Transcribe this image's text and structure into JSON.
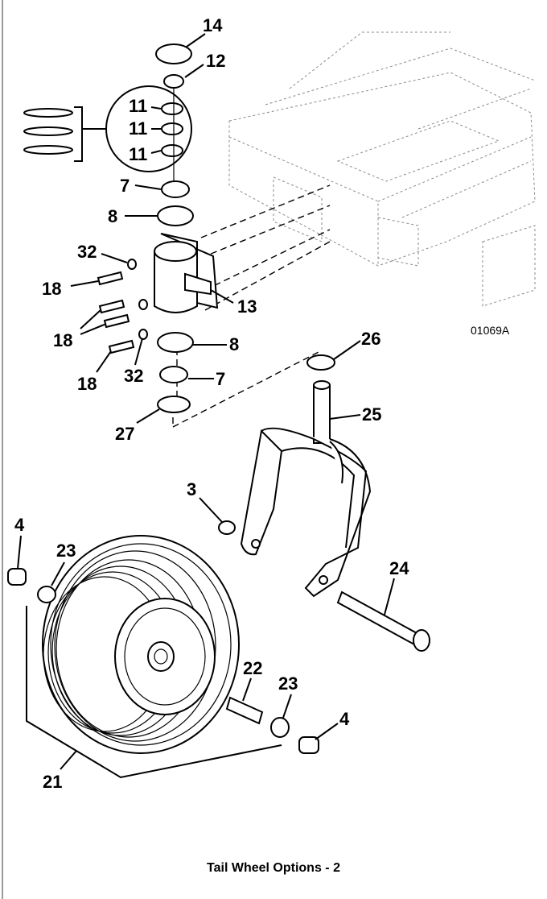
{
  "caption": "Tail Wheel Options - 2",
  "drawing_id": "01069A",
  "callouts": [
    "14",
    "12",
    "11",
    "11",
    "11",
    "7",
    "8",
    "32",
    "18",
    "13",
    "18",
    "18",
    "32",
    "8",
    "7",
    "26",
    "27",
    "25",
    "3",
    "4",
    "23",
    "24",
    "22",
    "23",
    "4",
    "21"
  ],
  "left_border_color": "#9a9a9a",
  "line_color": "#000000"
}
